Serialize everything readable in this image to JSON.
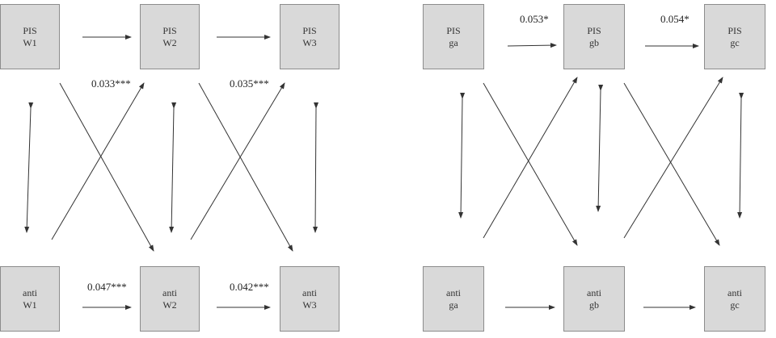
{
  "left_panel": {
    "nodes": [
      {
        "id": "pis_w1",
        "line1": "PIS",
        "line2": "W1"
      },
      {
        "id": "pis_w2",
        "line1": "PIS",
        "line2": "W2"
      },
      {
        "id": "pis_w3",
        "line1": "PIS",
        "line2": "W3"
      },
      {
        "id": "anti_w1",
        "line1": "anti",
        "line2": "W1"
      },
      {
        "id": "anti_w2",
        "line1": "anti",
        "line2": "W2"
      },
      {
        "id": "anti_w3",
        "line1": "anti",
        "line2": "W3"
      }
    ],
    "coefficients": {
      "cross_1": "0.033***",
      "cross_2": "0.035***",
      "anti_1_2": "0.047***",
      "anti_2_3": "0.042***"
    }
  },
  "right_panel": {
    "nodes": [
      {
        "id": "pis_ga",
        "line1": "PIS",
        "line2": "ga"
      },
      {
        "id": "pis_gb",
        "line1": "PIS",
        "line2": "gb"
      },
      {
        "id": "pis_gc",
        "line1": "PIS",
        "line2": "gc"
      },
      {
        "id": "anti_ga",
        "line1": "anti",
        "line2": "ga"
      },
      {
        "id": "anti_gb",
        "line1": "anti",
        "line2": "gb"
      },
      {
        "id": "anti_gc",
        "line1": "anti",
        "line2": "gc"
      }
    ],
    "coefficients": {
      "pis_a_b": "0.053*",
      "pis_b_c": "0.054*"
    }
  }
}
